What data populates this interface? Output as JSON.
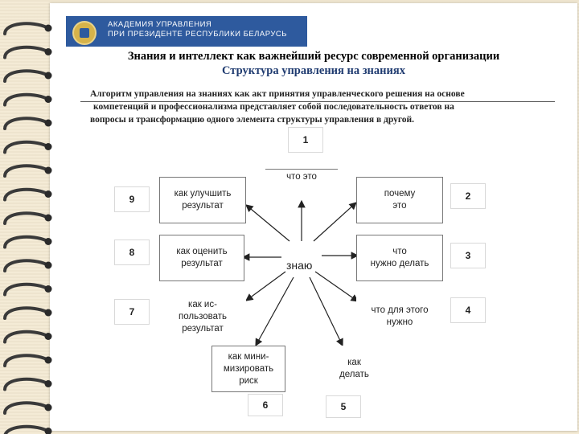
{
  "header": {
    "logo_line1": "АКАДЕМИЯ УПРАВЛЕНИЯ",
    "logo_line2": "ПРИ ПРЕЗИДЕНТЕ РЕСПУБЛИКИ БЕЛАРУСЬ"
  },
  "title": "Знания и интеллект как важнейший ресурс современной организации",
  "subtitle": "Структура управления на знаниях",
  "intro": {
    "line1": "Алгоритм управления на знаниях как акт принятия управленческого решения на основе",
    "line2": "компетенций и профессионализма представляет собой последовательность ответов на",
    "line3": "вопросы и трансформацию одного элемента структуры управления в другой."
  },
  "diagram": {
    "center_label": "знаю",
    "questions": {
      "q1": "что это",
      "q2": "почему\nэто",
      "q3": "что\nнужно делать",
      "q4": "что для этого\nнужно",
      "q5": "как\nделать",
      "q6": "как мини-\nмизировать\nриск",
      "q7": "как ис-\nпользовать\nрезультат",
      "q8": "как оценить\nрезультат",
      "q9": "как улучшить\nрезультат"
    },
    "numbers": {
      "n1": "1",
      "n2": "2",
      "n3": "3",
      "n4": "4",
      "n5": "5",
      "n6": "6",
      "n7": "7",
      "n8": "8",
      "n9": "9"
    }
  }
}
